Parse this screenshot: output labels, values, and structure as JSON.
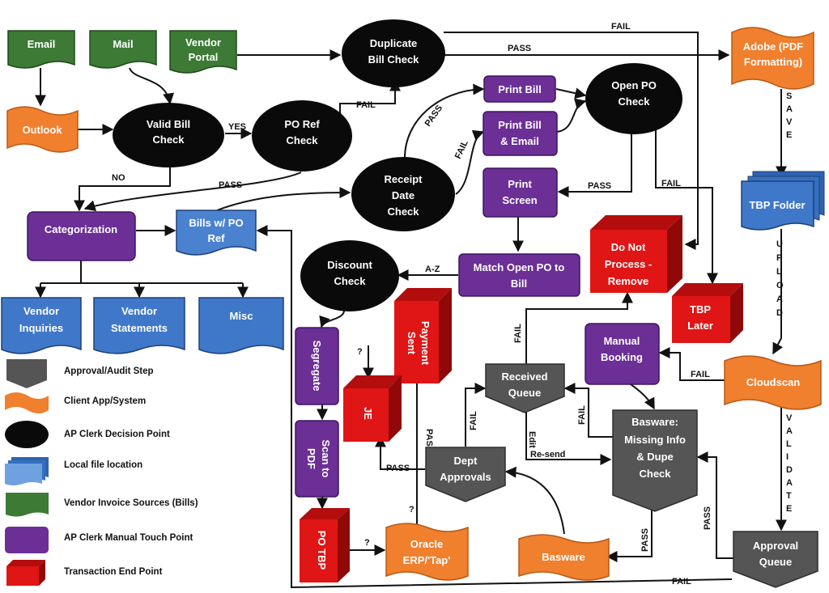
{
  "colors": {
    "source": "#3d7a35",
    "client_app": "#f07f2e",
    "decision": "#0a0a0a",
    "local_file": "#3f78c8",
    "manual_touch": "#6b2f96",
    "end_point": "#e01515",
    "audit_step": "#555555"
  },
  "nodes": {
    "email": "Email",
    "mail": "Mail",
    "vendor_portal": [
      "Vendor",
      "Portal"
    ],
    "outlook": "Outlook",
    "valid_bill": [
      "Valid Bill",
      "Check"
    ],
    "po_ref": [
      "PO Ref",
      "Check"
    ],
    "duplicate": [
      "Duplicate",
      "Bill Check"
    ],
    "adobe": [
      "Adobe (PDF",
      "Formatting)"
    ],
    "print_bill": "Print Bill",
    "print_bill_email": [
      "Print Bill",
      "& Email"
    ],
    "open_po": [
      "Open PO",
      "Check"
    ],
    "receipt_date": [
      "Receipt",
      "Date",
      "Check"
    ],
    "print_screen": [
      "Print",
      "Screen"
    ],
    "tbp_folder": "TBP Folder",
    "categorization": "Categorization",
    "bills_po_ref": [
      "Bills w/ PO",
      "Ref"
    ],
    "discount": [
      "Discount",
      "Check"
    ],
    "match_open_po": [
      "Match Open PO to",
      "Bill"
    ],
    "do_not_process": [
      "Do Not",
      "Process -",
      "Remove"
    ],
    "tbp_later": [
      "TBP",
      "Later"
    ],
    "vendor_inquiries": [
      "Vendor",
      "Inquiries"
    ],
    "vendor_statements": [
      "Vendor",
      "Statements"
    ],
    "misc": "Misc",
    "segregate": "Segregate",
    "payment_sent": [
      "Payment",
      "Sent"
    ],
    "je": "JE",
    "received_queue": [
      "Received",
      "Queue"
    ],
    "manual_booking": [
      "Manual",
      "Booking"
    ],
    "cloudscan": "Cloudscan",
    "basware_check": [
      "Basware:",
      "Missing Info",
      "& Dupe",
      "Check"
    ],
    "scan_to_pdf": [
      "Scan to",
      "PDF"
    ],
    "dept_approvals": [
      "Dept",
      "Approvals"
    ],
    "po_tbp": [
      "PO TBP"
    ],
    "oracle": [
      "Oracle",
      "ERP/'Tap'"
    ],
    "basware": "Basware",
    "approval_queue": [
      "Approval",
      "Queue"
    ]
  },
  "edge_labels": {
    "yes": "YES",
    "no": "NO",
    "fail": "FAIL",
    "pass": "PASS",
    "a_z": "A-Z",
    "q": "?",
    "edit": "Edit",
    "resend": "Re-send",
    "save": "SAVE",
    "upload": "UPLOAD",
    "validate": "VALIDATE"
  },
  "legend": [
    "Approval/Audit Step",
    "Client App/System",
    "AP Clerk Decision Point",
    "Local file location",
    "Vendor Invoice Sources (Bills)",
    "AP Clerk Manual Touch Point",
    "Transaction End Point"
  ]
}
